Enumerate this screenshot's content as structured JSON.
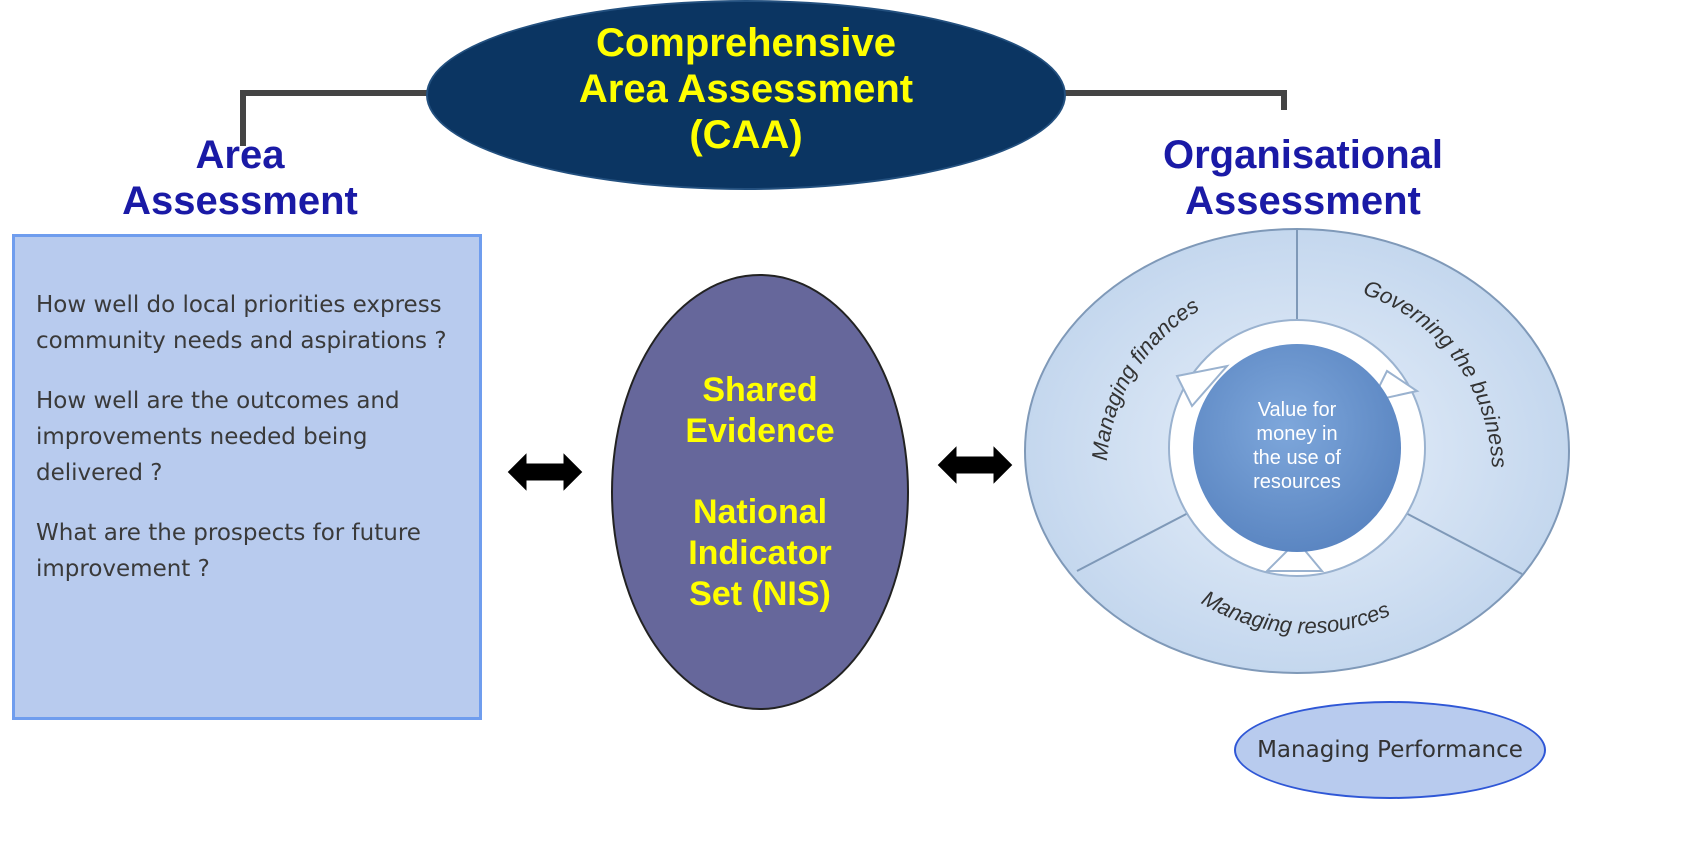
{
  "caa": {
    "line1": "Comprehensive",
    "line2": "Area Assessment",
    "line3": "(CAA)"
  },
  "area": {
    "heading_line1": "Area",
    "heading_line2": "Assessment",
    "questions": [
      "How well do local priorities express community needs and aspirations ?",
      "How well are the outcomes and improvements needed being delivered ?",
      "What are the prospects for future improvement ?"
    ]
  },
  "shared": {
    "line1": "Shared",
    "line2": "Evidence",
    "line3": "National",
    "line4": "Indicator",
    "line5": "Set (NIS)"
  },
  "org": {
    "heading_line1": "Organisational",
    "heading_line2": "Assessment",
    "segments": [
      "Managing finances",
      "Governing the business",
      "Managing resources"
    ],
    "center_line1": "Value for",
    "center_line2": "money in",
    "center_line3": "the use of",
    "center_line4": "resources"
  },
  "performance": "Managing Performance",
  "colors": {
    "caa_fill": "#0b3562",
    "highlight_text": "#ffff00",
    "heading_text": "#1a1aa6",
    "area_box_fill": "#b8cbee",
    "area_box_border": "#6f9dee",
    "shared_fill": "#66679b",
    "wheel_outer": "#cfdff0",
    "wheel_center": "#6f9ad0"
  }
}
